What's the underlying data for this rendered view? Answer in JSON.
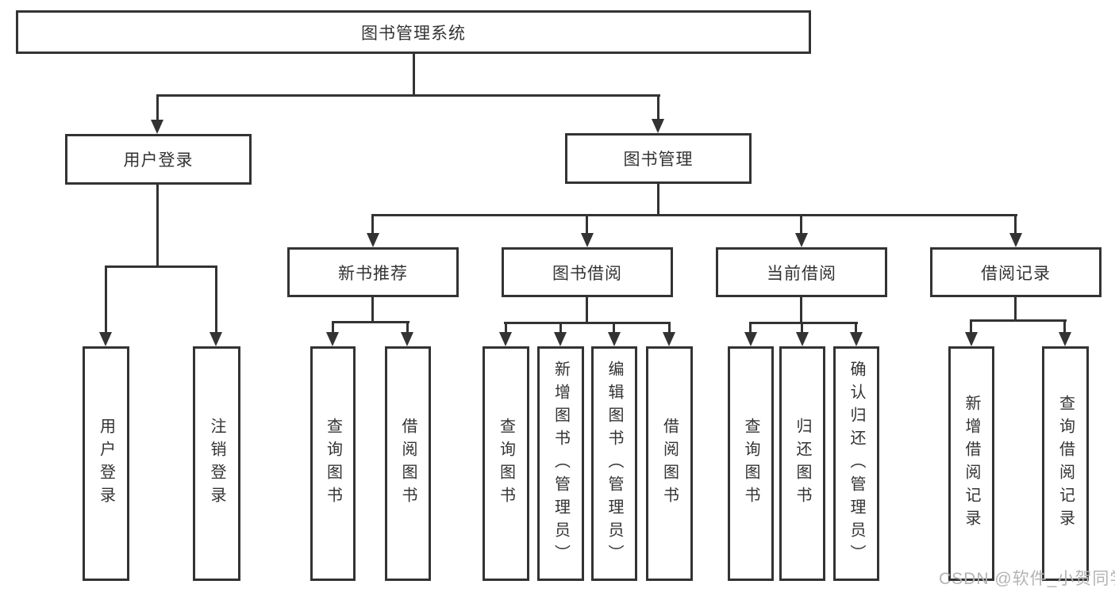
{
  "diagram": {
    "title": "图书管理系统",
    "root": {
      "label": "图书管理系统"
    },
    "branches": [
      {
        "label": "用户登录",
        "children": [
          {
            "label": "用户登录"
          },
          {
            "label": "注销登录"
          }
        ]
      },
      {
        "label": "图书管理",
        "children": [
          {
            "label": "新书推荐",
            "children": [
              {
                "label": "查询图书"
              },
              {
                "label": "借阅图书"
              }
            ]
          },
          {
            "label": "图书借阅",
            "children": [
              {
                "label": "查询图书"
              },
              {
                "label": "新增图书（管理员）"
              },
              {
                "label": "编辑图书（管理员）"
              },
              {
                "label": "借阅图书"
              }
            ]
          },
          {
            "label": "当前借阅",
            "children": [
              {
                "label": "查询图书"
              },
              {
                "label": "归还图书"
              },
              {
                "label": "确认归还（管理员）"
              }
            ]
          },
          {
            "label": "借阅记录",
            "children": [
              {
                "label": "新增借阅记录"
              },
              {
                "label": "查询借阅记录"
              }
            ]
          }
        ]
      }
    ]
  },
  "watermark": {
    "text": "CSDN @软件_小贺同学"
  },
  "colors": {
    "line": "#333333",
    "text": "#333333",
    "background": "#ffffff",
    "watermark": "#b5b3b3"
  }
}
